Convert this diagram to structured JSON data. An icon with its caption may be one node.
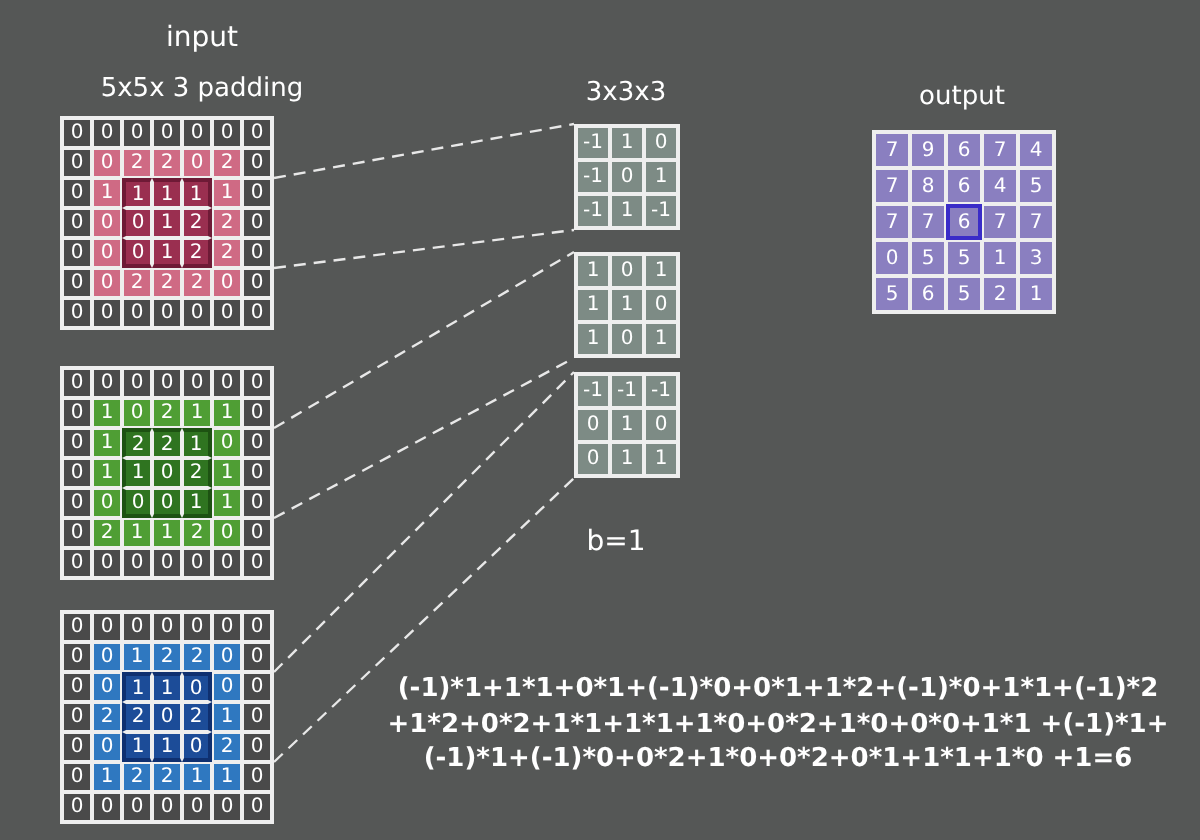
{
  "diagram": {
    "nodes": [
      {
        "text": [
          "0",
          "0",
          "0",
          "0",
          "0",
          "0",
          "0",
          "0",
          "0",
          "2",
          "2",
          "0",
          "2",
          "0",
          "0",
          "1",
          "1",
          "1",
          "1",
          "1",
          "0",
          "0",
          "0",
          "0",
          "1",
          "2",
          "2",
          "0",
          "0",
          "0",
          "0",
          "1",
          "2",
          "2",
          "0",
          "0",
          "0",
          "2",
          "2",
          "2",
          "0",
          "0",
          "0",
          "0",
          "0",
          "0",
          "0",
          "0",
          "0"
        ]
      },
      {
        "text": [
          "0",
          "0",
          "0",
          "0",
          "0",
          "0",
          "0",
          "0",
          "1",
          "0",
          "2",
          "1",
          "1",
          "0",
          "0",
          "1",
          "2",
          "2",
          "1",
          "0",
          "0",
          "0",
          "1",
          "1",
          "0",
          "2",
          "1",
          "0",
          "0",
          "0",
          "0",
          "0",
          "1",
          "1",
          "0",
          "0",
          "2",
          "1",
          "1",
          "2",
          "0",
          "0",
          "0",
          "0",
          "0",
          "0",
          "0",
          "0",
          "0"
        ]
      },
      {
        "text": [
          "0",
          "0",
          "0",
          "0",
          "0",
          "0",
          "0",
          "0",
          "0",
          "1",
          "2",
          "2",
          "0",
          "0",
          "0",
          "0",
          "1",
          "1",
          "0",
          "0",
          "0",
          "0",
          "2",
          "2",
          "0",
          "2",
          "1",
          "0",
          "0",
          "0",
          "1",
          "1",
          "0",
          "2",
          "0",
          "0",
          "1",
          "2",
          "2",
          "1",
          "1",
          "0",
          "0",
          "0",
          "0",
          "0",
          "0",
          "0",
          "0"
        ]
      },
      {
        "text": [
          "-1",
          "1",
          "0",
          "-1",
          "0",
          "1",
          "-1",
          "1",
          "-1"
        ]
      },
      {
        "text": [
          "1",
          "0",
          "1",
          "1",
          "1",
          "0",
          "1",
          "0",
          "1"
        ]
      },
      {
        "text": [
          "-1",
          "-1",
          "-1",
          "0",
          "1",
          "0",
          "0",
          "1",
          "1"
        ]
      },
      {
        "text": [
          "7",
          "9",
          "6",
          "7",
          "4",
          "7",
          "8",
          "6",
          "4",
          "5",
          "7",
          "7",
          "6",
          "7",
          "7",
          "0",
          "5",
          "5",
          "1",
          "3",
          "5",
          "6",
          "5",
          "2",
          "1"
        ]
      }
    ],
    "edges": [
      {
        "from": 0,
        "to": 3,
        "arrow": "none",
        "style": "dashed"
      },
      {
        "from": 0,
        "to": 3,
        "arrow": "none",
        "style": "dashed"
      },
      {
        "from": 1,
        "to": 4,
        "arrow": "none",
        "style": "dashed"
      },
      {
        "from": 1,
        "to": 4,
        "arrow": "none",
        "style": "dashed"
      },
      {
        "from": 2,
        "to": 5,
        "arrow": "none",
        "style": "dashed"
      },
      {
        "from": 2,
        "to": 5,
        "arrow": "none",
        "style": "dashed"
      }
    ],
    "labels": [
      "input",
      "5x5x 3 padding",
      "3x3x3",
      "output",
      "b=1",
      "(-1)*1+1*1+0*1+(-1)*0+0*1+1*2+(-1)*0+1*1+(-1)*2 +1*2+0*2+1*1+1*1+1*0+0*2+1*0+0*0+1*1 +(-1)*1+(-1)*1+(-1)*0+0*2+1*0+0*2+0*1+1*1+1*0 +1=6"
    ]
  }
}
